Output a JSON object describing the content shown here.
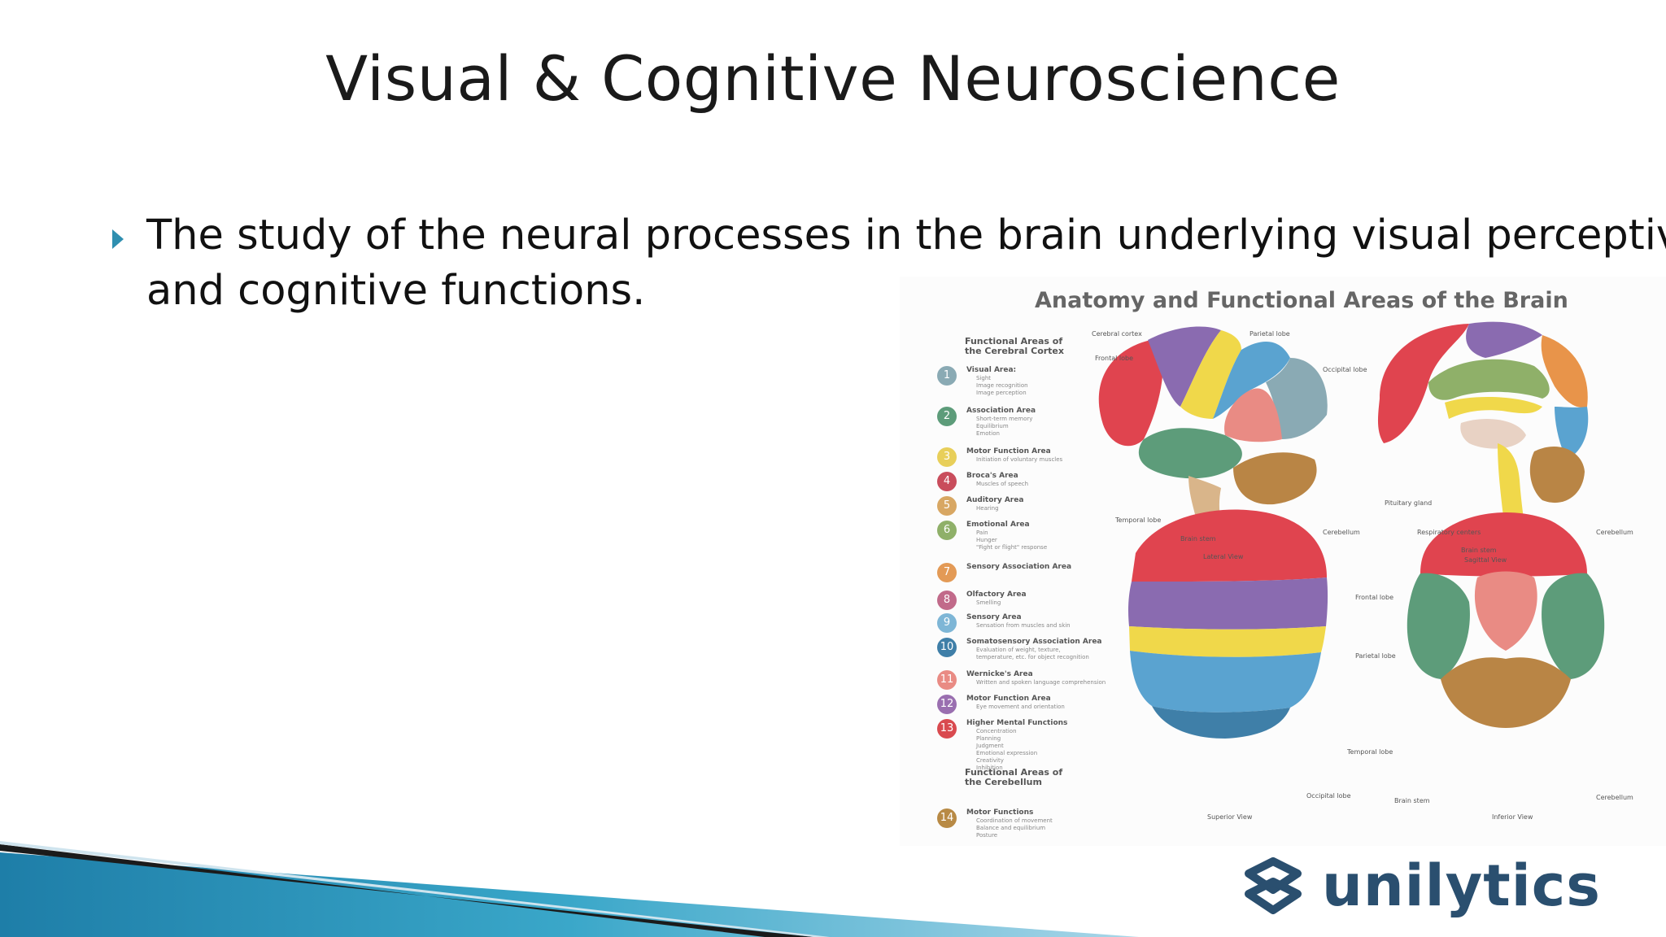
{
  "title": "Visual & Cognitive Neuroscience",
  "bullet": {
    "line1": "The study of the neural processes in the brain underlying visual perceptive",
    "line2": "and cognitive functions."
  },
  "figure": {
    "title": "Anatomy and Functional Areas of the Brain",
    "legend_heading": [
      "Functional Areas of",
      "the Cerebral Cortex"
    ],
    "cerebellum_heading": [
      "Functional Areas of",
      "the Cerebellum"
    ],
    "legend": [
      {
        "num": "1",
        "label": "Visual Area:",
        "subs": [
          "Sight",
          "Image recognition",
          "Image perception"
        ],
        "color": "#8aaab4"
      },
      {
        "num": "2",
        "label": "Association Area",
        "subs": [
          "Short-term memory",
          "Equilibrium",
          "Emotion"
        ],
        "color": "#5d9c7a"
      },
      {
        "num": "3",
        "label": "Motor Function Area",
        "subs": [
          "Initiation of voluntary muscles"
        ],
        "color": "#e8cf5a"
      },
      {
        "num": "4",
        "label": "Broca's Area",
        "subs": [
          "Muscles of speech"
        ],
        "color": "#c94d5c"
      },
      {
        "num": "5",
        "label": "Auditory Area",
        "subs": [
          "Hearing"
        ],
        "color": "#d8a763"
      },
      {
        "num": "6",
        "label": "Emotional Area",
        "subs": [
          "Pain",
          "Hunger",
          "\"Fight or flight\" response"
        ],
        "color": "#8fb069"
      },
      {
        "num": "7",
        "label": "Sensory Association Area",
        "subs": [],
        "color": "#e39a56"
      },
      {
        "num": "8",
        "label": "Olfactory Area",
        "subs": [
          "Smelling"
        ],
        "color": "#c16a8a"
      },
      {
        "num": "9",
        "label": "Sensory Area",
        "subs": [
          "Sensation from muscles and skin"
        ],
        "color": "#7eb6d6"
      },
      {
        "num": "10",
        "label": "Somatosensory Association Area",
        "subs": [
          "Evaluation of weight, texture,",
          "temperature, etc. for object recognition"
        ],
        "color": "#3f7fa8"
      },
      {
        "num": "11",
        "label": "Wernicke's Area",
        "subs": [
          "Written and spoken language comprehension"
        ],
        "color": "#e98b84"
      },
      {
        "num": "12",
        "label": "Motor Function Area",
        "subs": [
          "Eye movement and orientation"
        ],
        "color": "#9a6fb0"
      },
      {
        "num": "13",
        "label": "Higher Mental Functions",
        "subs": [
          "Concentration",
          "Planning",
          "Judgment",
          "Emotional expression",
          "Creativity",
          "Inhibition"
        ],
        "color": "#d94a4f"
      },
      {
        "num": "14",
        "label": "Motor Functions",
        "subs": [
          "Coordination of movement",
          "Balance and equilibrium",
          "Posture"
        ],
        "color": "#b88a45"
      }
    ],
    "labels": {
      "cerebral_cortex": "Cerebral cortex",
      "parietal_lobe": "Parietal lobe",
      "frontal_lobe": "Frontal lobe",
      "occipital_lobe": "Occipital lobe",
      "temporal_lobe": "Temporal lobe",
      "brain_stem": "Brain stem",
      "cerebellum": "Cerebellum",
      "pituitary_gland": "Pituitary gland",
      "respiratory_centers": "Respiratory centers",
      "lateral_view": "Lateral View",
      "sagittal_view": "Sagittal View",
      "superior_view": "Superior View",
      "inferior_view": "Inferior View"
    },
    "colors": {
      "red": "#e0444f",
      "purple": "#8a6bb0",
      "yellow": "#f0d84a",
      "blue": "#5aa3d0",
      "darkblue": "#3f7fa8",
      "green": "#5d9c7a",
      "brown": "#b98545",
      "pink": "#e98b84",
      "orange": "#e8944a"
    }
  },
  "logo": {
    "name": "unilytics",
    "color": "#2a4f6f"
  }
}
